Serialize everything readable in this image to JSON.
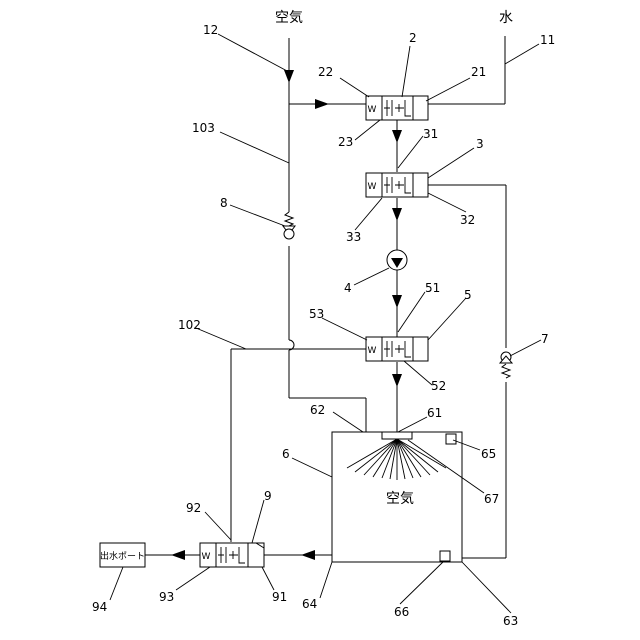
{
  "labels": {
    "air_top": "空気",
    "water_top": "水",
    "air_tank": "空気",
    "outlet_box": "出水ポート"
  },
  "refs": {
    "n2": "2",
    "n21": "21",
    "n22": "22",
    "n23": "23",
    "n3": "3",
    "n31": "31",
    "n32": "32",
    "n33": "33",
    "n4": "4",
    "n5": "5",
    "n51": "51",
    "n52": "52",
    "n53": "53",
    "n6": "6",
    "n61": "61",
    "n62": "62",
    "n63": "63",
    "n64": "64",
    "n65": "65",
    "n66": "66",
    "n67": "67",
    "n7": "7",
    "n8": "8",
    "n9": "9",
    "n91": "91",
    "n92": "92",
    "n93": "93",
    "n94": "94",
    "n11": "11",
    "n12": "12",
    "n102": "102",
    "n103": "103"
  }
}
